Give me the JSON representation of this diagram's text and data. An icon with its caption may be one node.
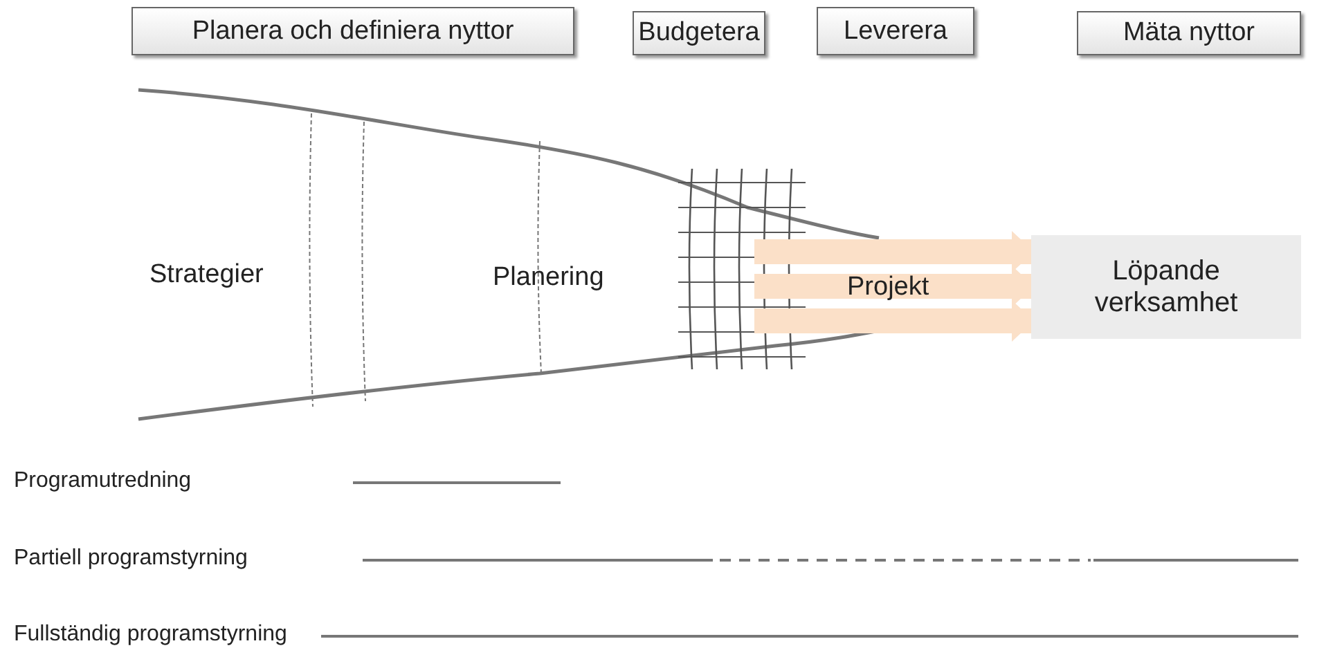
{
  "diagram": {
    "nodes": [
      {
        "text": [
          "Planera och definiera nyttor"
        ]
      },
      {
        "text": [
          "Budgetera"
        ]
      },
      {
        "text": [
          "Leverera"
        ]
      },
      {
        "text": [
          "Mäta nyttor"
        ]
      },
      {
        "text": [
          "Löpande verksamhet"
        ]
      }
    ],
    "edges": [
      {
        "from": null,
        "to": 4,
        "arrow": "to",
        "color": "#fbe0c8"
      },
      {
        "from": null,
        "to": 4,
        "arrow": "to",
        "color": "#fbe0c8"
      },
      {
        "from": null,
        "to": 4,
        "arrow": "to",
        "color": "#fbe0c8"
      }
    ],
    "labels": [
      "Strategier",
      "Planering",
      "Projekt",
      "Programutredning",
      "Partiell programstyrning",
      "Fullständig programstyrning"
    ]
  }
}
